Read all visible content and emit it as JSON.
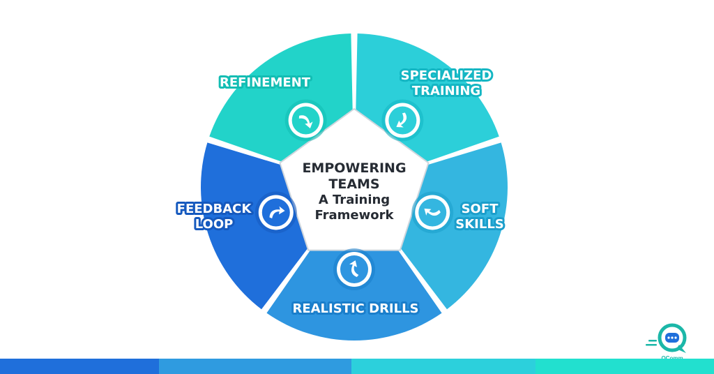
{
  "segments": [
    {
      "id": "refinement",
      "lines": [
        "REFINEMENT"
      ],
      "color": "#22d3c9",
      "stroke": "#12bdb3"
    },
    {
      "id": "specialized-training",
      "lines": [
        "SPECIALIZED",
        "TRAINING"
      ],
      "color": "#2ccfd9",
      "stroke": "#14b6c3"
    },
    {
      "id": "soft-skills",
      "lines": [
        "SOFT",
        "SKILLS"
      ],
      "color": "#34b6e0",
      "stroke": "#1b9ecb"
    },
    {
      "id": "realistic-drills",
      "lines": [
        "REALISTIC DRILLS"
      ],
      "color": "#2e95e0",
      "stroke": "#1a7ecb"
    },
    {
      "id": "feedback-loop",
      "lines": [
        "FEEDBACK",
        "LOOP"
      ],
      "color": "#1f6fdb",
      "stroke": "#1559be"
    }
  ],
  "center": {
    "title_line1": "EMPOWERING",
    "title_line2": "TEAMS",
    "subtitle_line1": "A Training",
    "subtitle_line2": "Framework"
  },
  "logo": {
    "text": "QComm",
    "color": "#1bb7a8"
  },
  "bottom_bars": [
    "#1f6fdb",
    "#2f9be0",
    "#2cd0dc",
    "#22e0cf"
  ]
}
